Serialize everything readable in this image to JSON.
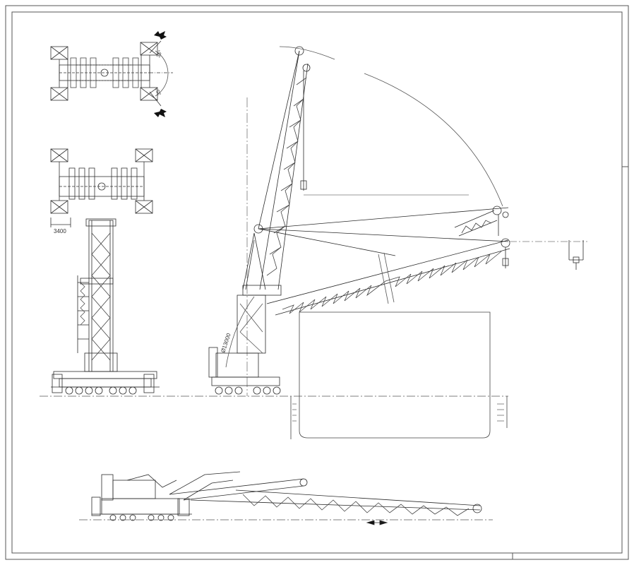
{
  "drawing": {
    "labels": {
      "dimension_outrigger": "3400",
      "dimension_slewing": "Ø13000",
      "angle_top": "35°",
      "angle_bottom": "35°"
    },
    "colors": {
      "line": "#2b2b2b",
      "thin": "#555555",
      "construction": "#777777",
      "paper": "#ffffff",
      "border": "#444444"
    }
  }
}
